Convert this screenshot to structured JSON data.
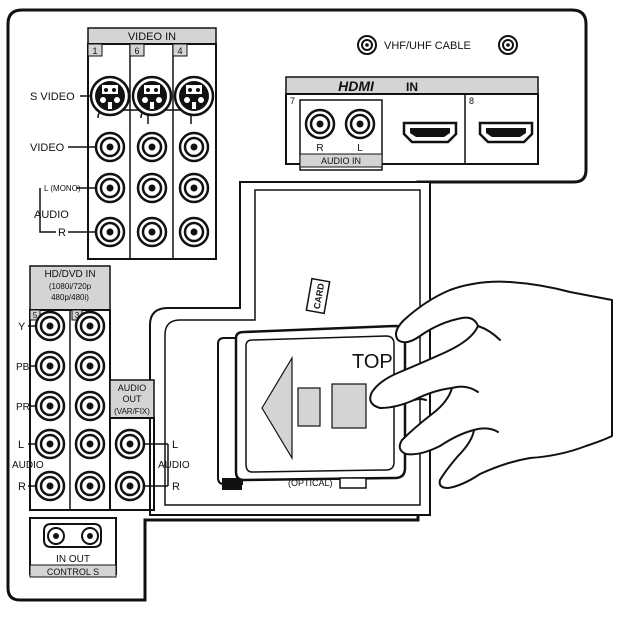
{
  "labels": {
    "video_in_header": "VIDEO IN",
    "video_in_1": "1",
    "video_in_6": "6",
    "video_in_4": "4",
    "s_video": "S VIDEO",
    "video": "VIDEO",
    "audio_l_mono": "L (MONO)",
    "audio": "AUDIO",
    "audio_r": "R",
    "vhf_uhf_cable": "VHF/UHF CABLE",
    "hdmi_logo": "HDMI",
    "hdmi_in": "IN",
    "hdmi_7": "7",
    "hdmi_8": "8",
    "audio_in_r": "R",
    "audio_in_l": "L",
    "audio_in": "AUDIO IN",
    "hddvd_in": "HD/DVD IN",
    "hddvd_res_1": "(1080i/720p",
    "hddvd_res_2": "480p/480i)",
    "hddvd_5": "5",
    "hddvd_3": "3",
    "comp_y": "Y",
    "comp_pb": "PB",
    "comp_pr": "PR",
    "comp_l": "L",
    "comp_audio": "AUDIO",
    "comp_r": "R",
    "audio_out_1": "AUDIO",
    "audio_out_2": "OUT",
    "audio_out_3": "(VAR/FIX)",
    "out_l": "L",
    "out_audio": "AUDIO",
    "out_r": "R",
    "in_out": "IN OUT",
    "control_s": "CONTROL S",
    "card_top": "TOP",
    "optical": "(OPTICAL)",
    "slot_logo": "CARD"
  },
  "colors": {
    "line": "#111111",
    "label_fill": "#d4d4d4",
    "panel_fill": "#ffffff"
  }
}
